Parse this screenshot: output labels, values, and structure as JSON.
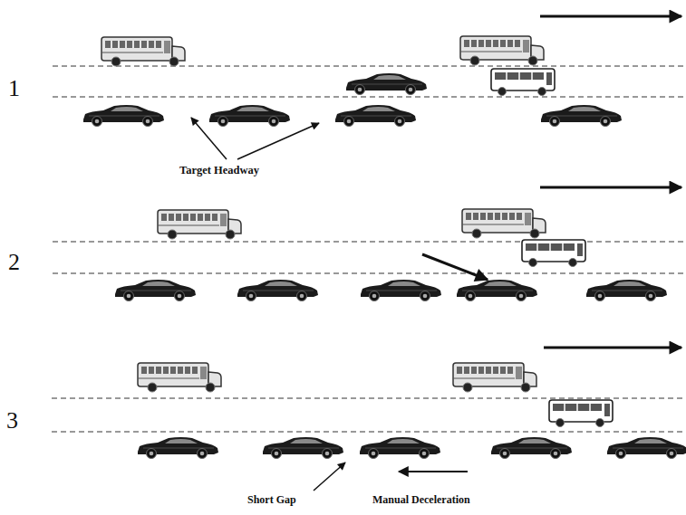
{
  "diagram": {
    "labels": [
      "1",
      "Target Headway",
      "2",
      "3",
      "Short Gap",
      "Manual Deceleration"
    ]
  }
}
